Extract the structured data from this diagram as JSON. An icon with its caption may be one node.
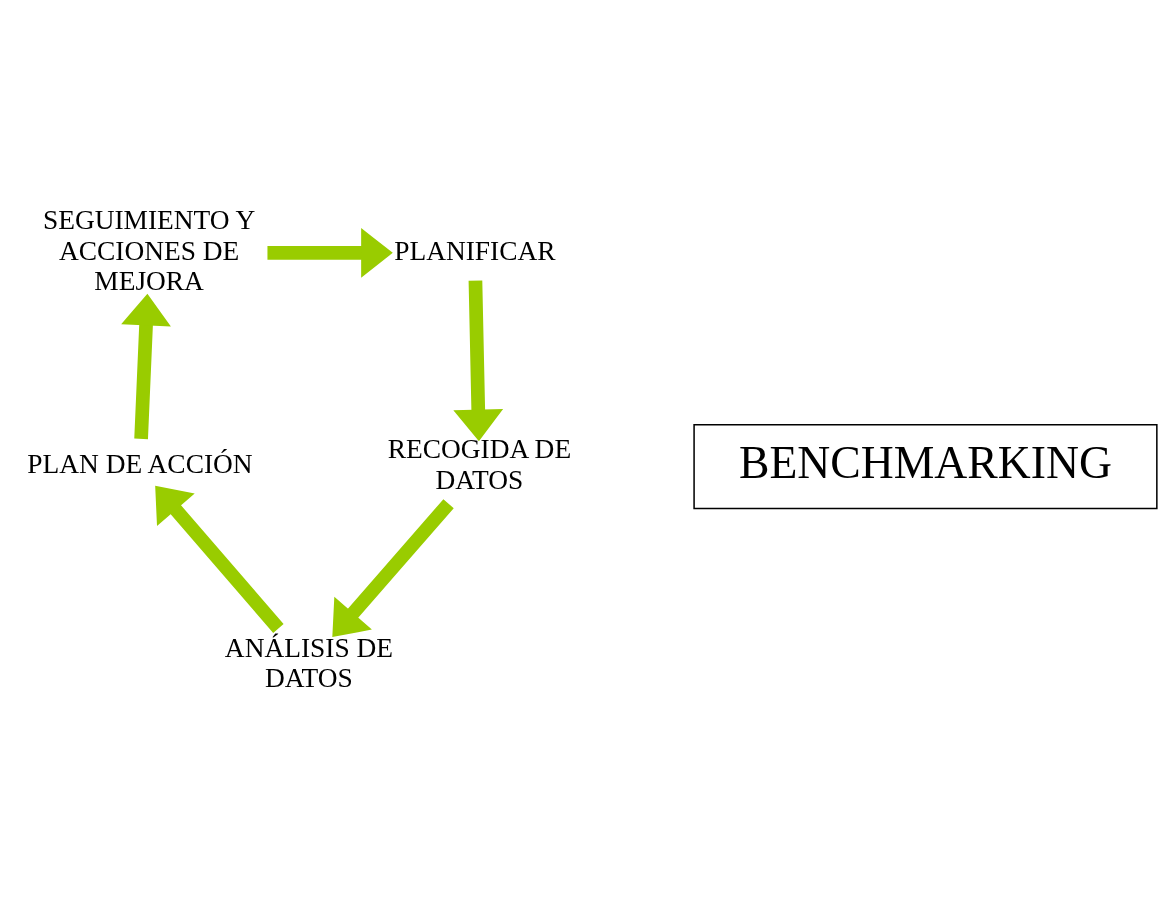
{
  "diagram": {
    "nodes": [
      {
        "text": [
          "SEGUIMIENTO Y ACCIONES DE MEJORA"
        ]
      },
      {
        "text": [
          "PLANIFICAR"
        ]
      },
      {
        "text": [
          "BENCHMARKING"
        ]
      },
      {
        "text": [
          "RECOGIDA DE DATOS"
        ]
      },
      {
        "text": [
          "PLAN DE ACCIÓN"
        ]
      },
      {
        "text": [
          "ANÁLISIS DE DATOS"
        ]
      }
    ],
    "edges": [
      {
        "from": 0,
        "to": 1,
        "arrow": "to"
      },
      {
        "from": 1,
        "to": 3,
        "arrow": "to"
      },
      {
        "from": 3,
        "to": 5,
        "arrow": "to"
      },
      {
        "from": 5,
        "to": 4,
        "arrow": "to"
      },
      {
        "from": 4,
        "to": 0,
        "arrow": "to"
      }
    ]
  }
}
